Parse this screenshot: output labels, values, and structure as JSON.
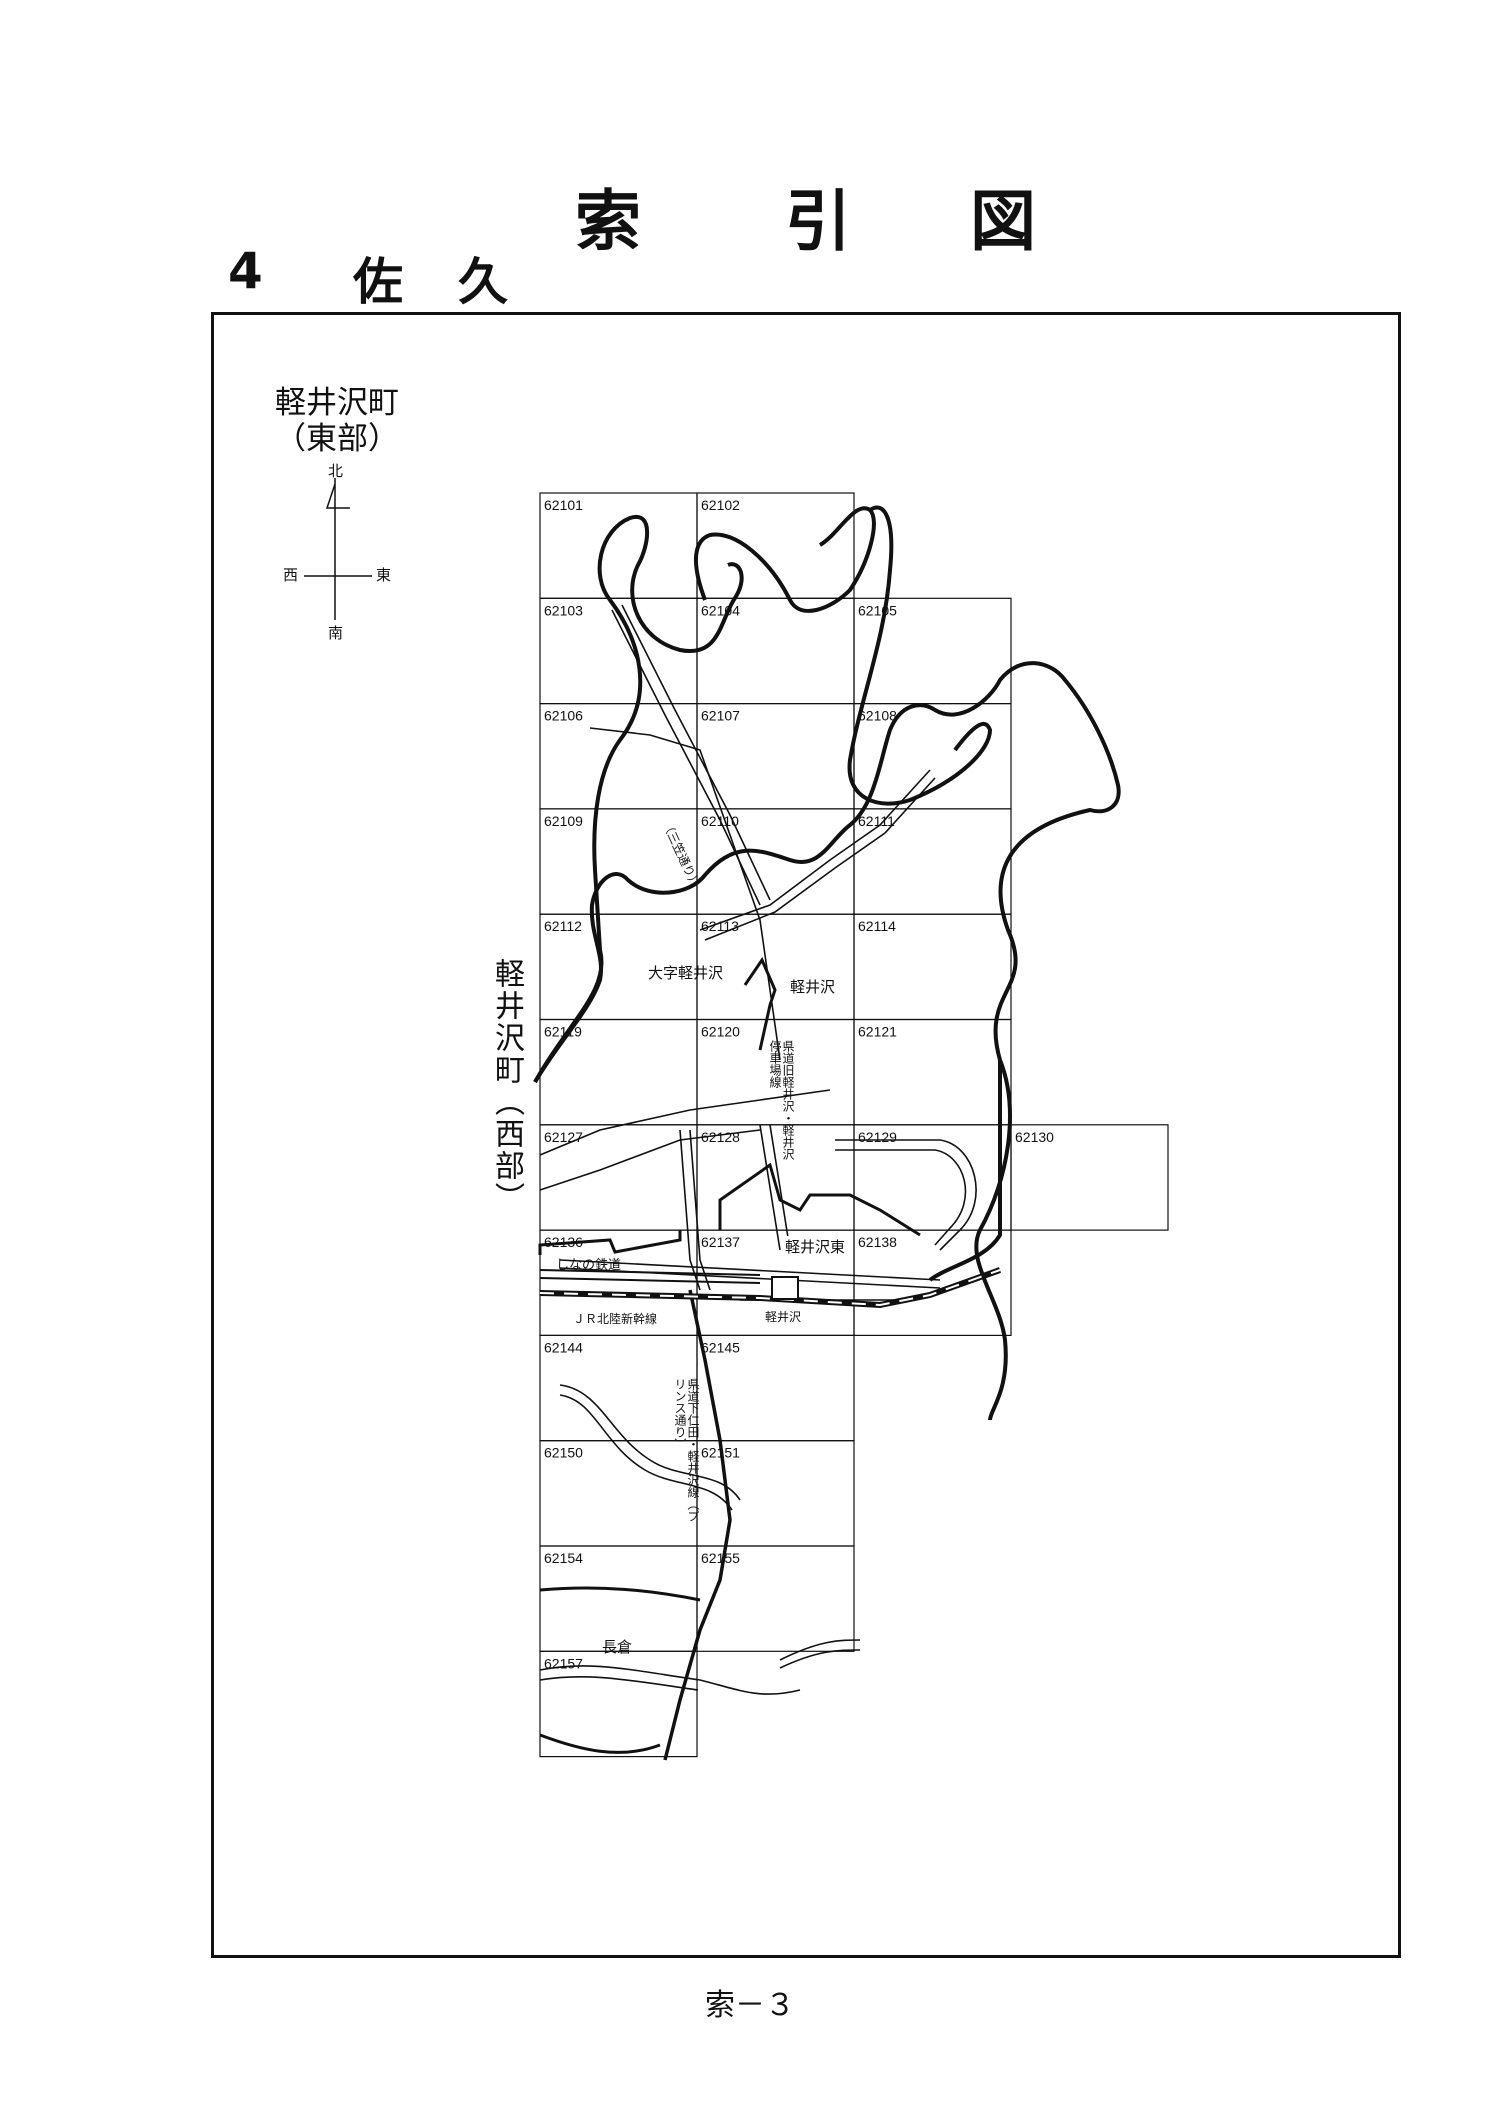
{
  "title_chars": [
    "索",
    "引",
    "図"
  ],
  "subtitle": {
    "number": "4",
    "name_chars": [
      "佐",
      "久"
    ]
  },
  "region": {
    "line1": "軽井沢町",
    "line2": "（東部）"
  },
  "compass": {
    "north": "北",
    "south": "南",
    "east": "東",
    "west": "西"
  },
  "west_label": "軽井沢町（西部）",
  "tiles": [
    {
      "id": "62101",
      "row": 0,
      "col": 0
    },
    {
      "id": "62102",
      "row": 0,
      "col": 1
    },
    {
      "id": "62103",
      "row": 1,
      "col": 0
    },
    {
      "id": "62104",
      "row": 1,
      "col": 1
    },
    {
      "id": "62105",
      "row": 1,
      "col": 2
    },
    {
      "id": "62106",
      "row": 2,
      "col": 0
    },
    {
      "id": "62107",
      "row": 2,
      "col": 1
    },
    {
      "id": "62108",
      "row": 2,
      "col": 2
    },
    {
      "id": "62109",
      "row": 3,
      "col": 0
    },
    {
      "id": "62110",
      "row": 3,
      "col": 1
    },
    {
      "id": "62111",
      "row": 3,
      "col": 2
    },
    {
      "id": "62112",
      "row": 4,
      "col": 0
    },
    {
      "id": "62113",
      "row": 4,
      "col": 1
    },
    {
      "id": "62114",
      "row": 4,
      "col": 2
    },
    {
      "id": "62119",
      "row": 5,
      "col": 0
    },
    {
      "id": "62120",
      "row": 5,
      "col": 1
    },
    {
      "id": "62121",
      "row": 5,
      "col": 2
    },
    {
      "id": "62127",
      "row": 6,
      "col": 0
    },
    {
      "id": "62128",
      "row": 6,
      "col": 1
    },
    {
      "id": "62129",
      "row": 6,
      "col": 2
    },
    {
      "id": "62130",
      "row": 6,
      "col": 3
    },
    {
      "id": "62136",
      "row": 7,
      "col": 0
    },
    {
      "id": "62137",
      "row": 7,
      "col": 1
    },
    {
      "id": "62138",
      "row": 7,
      "col": 2
    },
    {
      "id": "62144",
      "row": 8,
      "col": 0
    },
    {
      "id": "62145",
      "row": 8,
      "col": 1
    },
    {
      "id": "62150",
      "row": 9,
      "col": 0
    },
    {
      "id": "62151",
      "row": 9,
      "col": 1
    },
    {
      "id": "62154",
      "row": 10,
      "col": 0
    },
    {
      "id": "62155",
      "row": 10,
      "col": 1
    },
    {
      "id": "62157",
      "row": 11,
      "col": 0
    }
  ],
  "place_labels": {
    "oaza_karuizawa": "大字軽井沢",
    "karuizawa": "軽井沢",
    "karuizawa_higashi": "軽井沢東",
    "nagakura": "長倉",
    "station": "軽井沢",
    "shinano_railway": "しなの鉄道",
    "jr_shinkansen": "ＪＲ北陸新幹線",
    "mikasa_dori": "（三笠通り）",
    "prefectural_road_1": "県道旧軽井沢・軽井沢停車場線",
    "prefectural_road_2": "県道下仁田・軽井沢線（プリンス通り）"
  },
  "footer": "索－３"
}
